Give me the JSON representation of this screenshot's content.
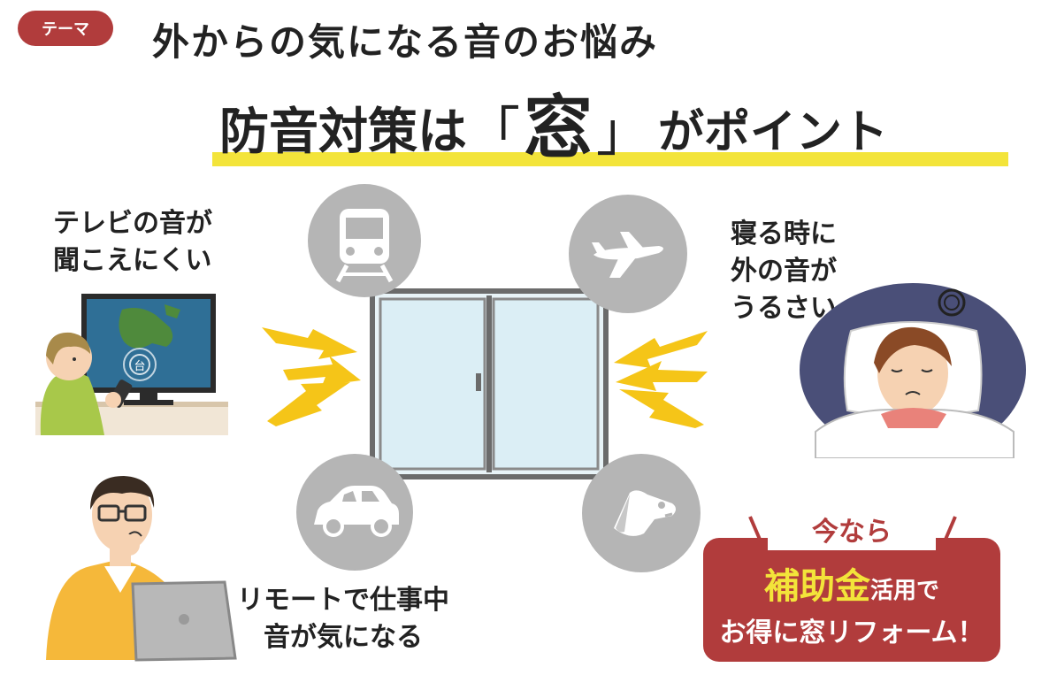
{
  "badge": {
    "label": "テーマ"
  },
  "header": {
    "subtitle": "外からの気になる音のお悩み",
    "headline_part1": "防音対策は",
    "bracket_open": "「",
    "headline_window": "窓",
    "bracket_close": "」",
    "headline_part2": "がポイント"
  },
  "captions": {
    "tv_line1": "テレビの音が",
    "tv_line2": "聞こえにくい",
    "sleep_line1": "寝る時に",
    "sleep_line2": "外の音が",
    "sleep_line3": "うるさい",
    "work_line1": "リモートで仕事中",
    "work_line2": "音が気になる"
  },
  "tv": {
    "typhoon_label": "台"
  },
  "cta": {
    "top": "今なら",
    "subsidy": "補助金",
    "use": "活用で",
    "line3": "お得に窓リフォーム！"
  },
  "icons": {
    "noise_sources": [
      "train-icon",
      "airplane-icon",
      "car-icon",
      "dog-icon"
    ],
    "circle_color": "#b5b5b5",
    "bolt_color": "#f5c518"
  },
  "colors": {
    "accent": "#b13c3c",
    "highlight": "#f3e43a"
  }
}
